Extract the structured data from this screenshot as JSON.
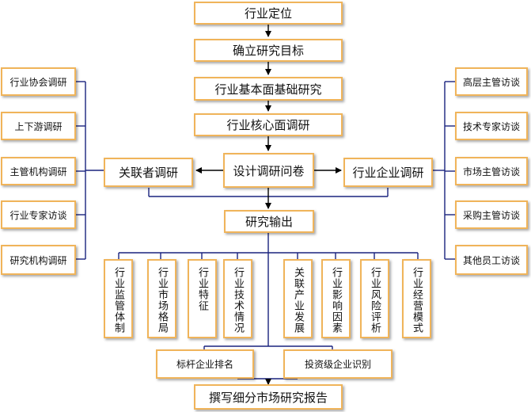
{
  "colors": {
    "border": "#f0b45a",
    "line": "#1a237e",
    "arrow": "#000000"
  },
  "main_flow": [
    "行业定位",
    "确立研究目标",
    "行业基本面基础研究",
    "行业核心面调研"
  ],
  "center": {
    "left": "关联者调研",
    "middle": "设计调研问卷",
    "right": "行业企业调研"
  },
  "left_items": [
    "行业协会调研",
    "上下游调研",
    "主管机构调研",
    "行业专家访谈",
    "研究机构调研"
  ],
  "right_items": [
    "高层主管访谈",
    "技术专家访谈",
    "市场主管访谈",
    "采购主管访谈",
    "其他员工访谈"
  ],
  "output": "研究输出",
  "output_items": [
    "行业监管体制",
    "行业市场格局",
    "行业特征",
    "行业技术情况",
    "关联产业发展",
    "行业影响因素",
    "行业风险评析",
    "行业经营模式"
  ],
  "bottom_items": [
    "标杆企业排名",
    "投资级企业识别"
  ],
  "final": "撰写细分市场研究报告"
}
